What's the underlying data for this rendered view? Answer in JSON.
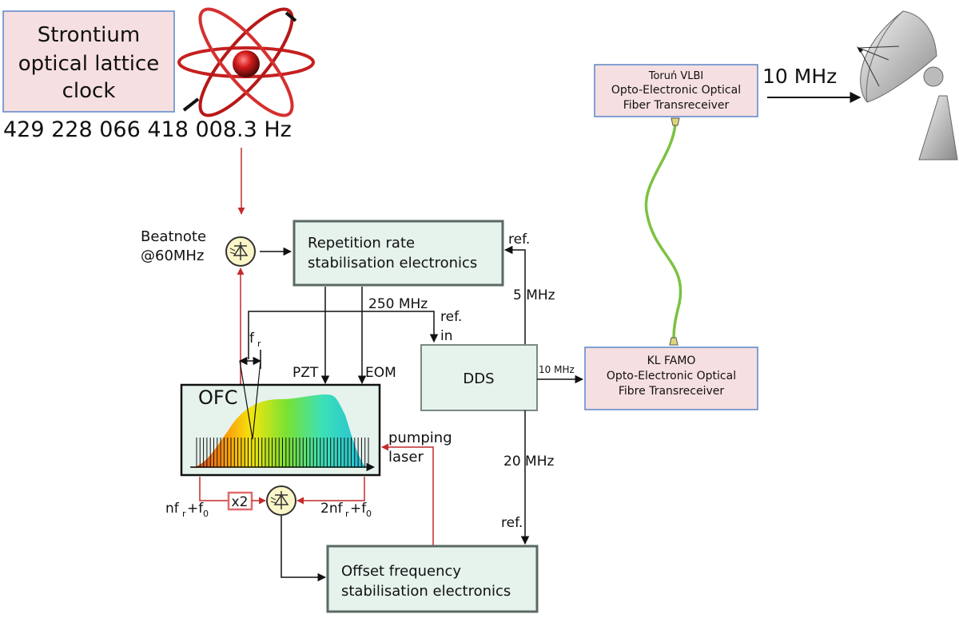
{
  "clock": {
    "line1": "Strontium",
    "line2": "optical lattice",
    "line3": "clock",
    "frequency": "429 228 066 418 008.3 Hz"
  },
  "beatnote": {
    "line1": "Beatnote",
    "line2": "@60MHz"
  },
  "rep_rate": {
    "line1": "Repetition rate",
    "line2": "stabilisation electronics"
  },
  "offset": {
    "line1": "Offset frequency",
    "line2": "stabilisation electronics"
  },
  "dds": {
    "label": "DDS"
  },
  "ofc": {
    "label": "OFC"
  },
  "torun": {
    "line1": "Toruń VLBI",
    "line2": "Opto-Electronic Optical",
    "line3": "Fiber Transreceiver"
  },
  "famo": {
    "line1": "KL FAMO",
    "line2": "Opto-Electronic Optical",
    "line3": "Fibre Transreceiver"
  },
  "labels": {
    "ten_mhz_big": "10 MHz",
    "ten_mhz_small": "10 MHz",
    "ref_top": "ref.",
    "five_mhz": "5 MHz",
    "two_fifty_mhz": "250 MHz",
    "ref_in_1": "ref.",
    "ref_in_2": "in",
    "fr": "f",
    "fr_sub": "r",
    "pzt": "PZT",
    "eom": "EOM",
    "pumping": "pumping",
    "laser": "laser",
    "twenty_mhz": "20 MHz",
    "ref_bottom": "ref.",
    "x2": "x2",
    "nfr_n": "nf",
    "nfr_r": "r",
    "nfr_plus": "+f",
    "nfr_0": "0",
    "two_nfr_n": "2nf",
    "two_nfr_r": "r",
    "two_nfr_plus": "+f",
    "two_nfr_0": "0"
  },
  "colors": {
    "green_box": "#e6f2ec",
    "pink_box": "#f6dfe0",
    "red_wire": "#c42a2a",
    "fiber_green": "#7cc242",
    "detector_fill": "#fbf6c8"
  }
}
